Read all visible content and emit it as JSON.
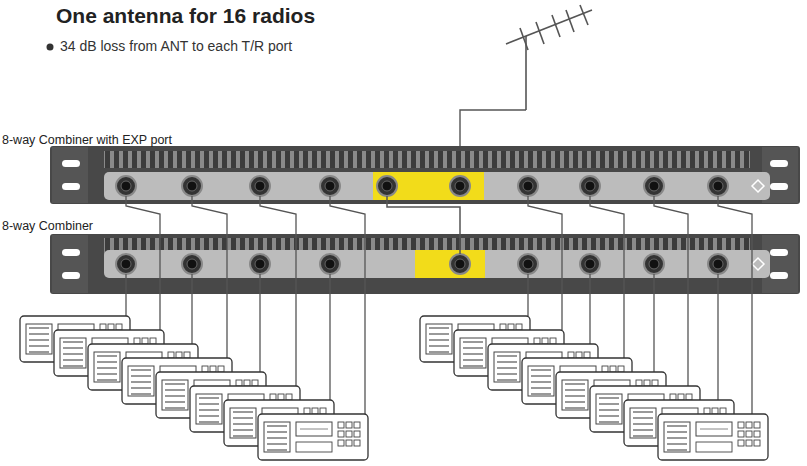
{
  "diagram": {
    "title": "One antenna for 16 radios",
    "nodes": [
      {
        "text": [
          "8-way Combiner with EXP port"
        ]
      },
      {
        "text": [
          "8-way Combiner"
        ]
      }
    ],
    "edges": [
      {
        "from": 0,
        "to": 1,
        "arrow": "none"
      }
    ],
    "labels": [
      "34 dB loss from ANT to each T/R port"
    ]
  }
}
